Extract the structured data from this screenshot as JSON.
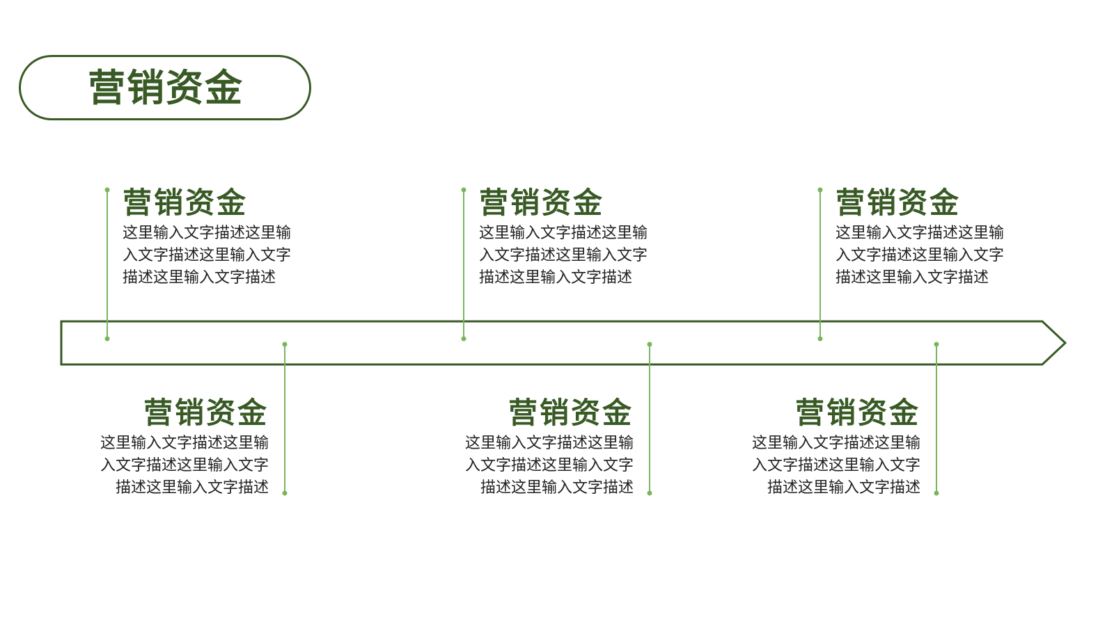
{
  "colors": {
    "accent_dark": "#385a24",
    "accent_light": "#7ab55c",
    "text": "#222222",
    "background": "#ffffff"
  },
  "header": {
    "title": "营销资金"
  },
  "timeline": {
    "items": [
      {
        "position": "above",
        "heading": "营销资金",
        "lines": [
          "这里输入文字描述这里输",
          "入文字描述这里输入文字",
          "描述这里输入文字描述"
        ]
      },
      {
        "position": "below",
        "heading": "营销资金",
        "lines": [
          "这里输入文字描述这里输",
          "入文字描述这里输入文字",
          "描述这里输入文字描述"
        ]
      },
      {
        "position": "above",
        "heading": "营销资金",
        "lines": [
          "这里输入文字描述这里输",
          "入文字描述这里输入文字",
          "描述这里输入文字描述"
        ]
      },
      {
        "position": "below",
        "heading": "营销资金",
        "lines": [
          "这里输入文字描述这里输",
          "入文字描述这里输入文字",
          "描述这里输入文字描述"
        ]
      },
      {
        "position": "above",
        "heading": "营销资金",
        "lines": [
          "这里输入文字描述这里输",
          "入文字描述这里输入文字",
          "描述这里输入文字描述"
        ]
      },
      {
        "position": "below",
        "heading": "营销资金",
        "lines": [
          "这里输入文字描述这里输",
          "入文字描述这里输入文字",
          "描述这里输入文字描述"
        ]
      }
    ]
  }
}
